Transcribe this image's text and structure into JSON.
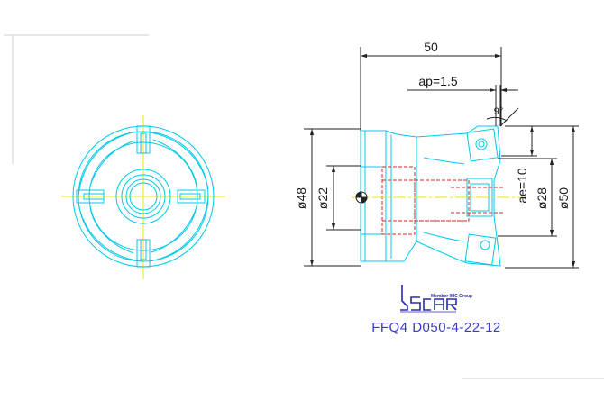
{
  "dimensions": {
    "length": "50",
    "ap": "ap=1.5",
    "angle": "9°",
    "d48": "ø48",
    "d22": "ø22",
    "ae": "ae=10",
    "d28": "ø28",
    "d50": "ø50"
  },
  "logo": {
    "tagline": "Member IMC Group",
    "brand": "ISCAR"
  },
  "part_number": "FFQ4 D050-4-22-12",
  "colors": {
    "cyan": "#00c8e8",
    "red": "#e02020",
    "yellow": "#e8e800",
    "dim": "#222222",
    "title": "#3a3ad0",
    "frame": "#c8c8c8"
  }
}
